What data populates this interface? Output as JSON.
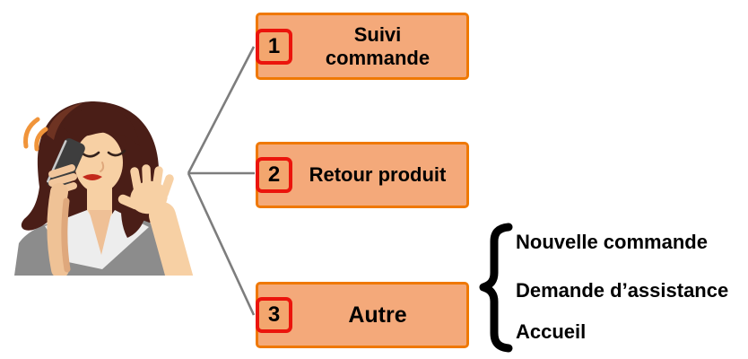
{
  "menu": {
    "options": [
      {
        "key": "1",
        "label": "Suivi commande"
      },
      {
        "key": "2",
        "label": "Retour produit"
      },
      {
        "key": "3",
        "label": "Autre"
      }
    ],
    "other_sub_options": [
      "Nouvelle commande",
      "Demande d’assistance",
      "Accueil"
    ]
  },
  "illustration": {
    "name": "woman-talking-on-phone"
  },
  "colors": {
    "box_fill": "#F4A97A",
    "box_border": "#EF7803",
    "badge_fill": "#F3A66E",
    "badge_border": "#EB140C",
    "connector_gray": "#7D7D7D",
    "brace_black": "#000000",
    "text_black": "#000000",
    "wave_orange": "#F0943A",
    "hair_brown": "#4A1E17",
    "skin": "#F7D0A4",
    "jacket_gray": "#8C8C8C"
  }
}
